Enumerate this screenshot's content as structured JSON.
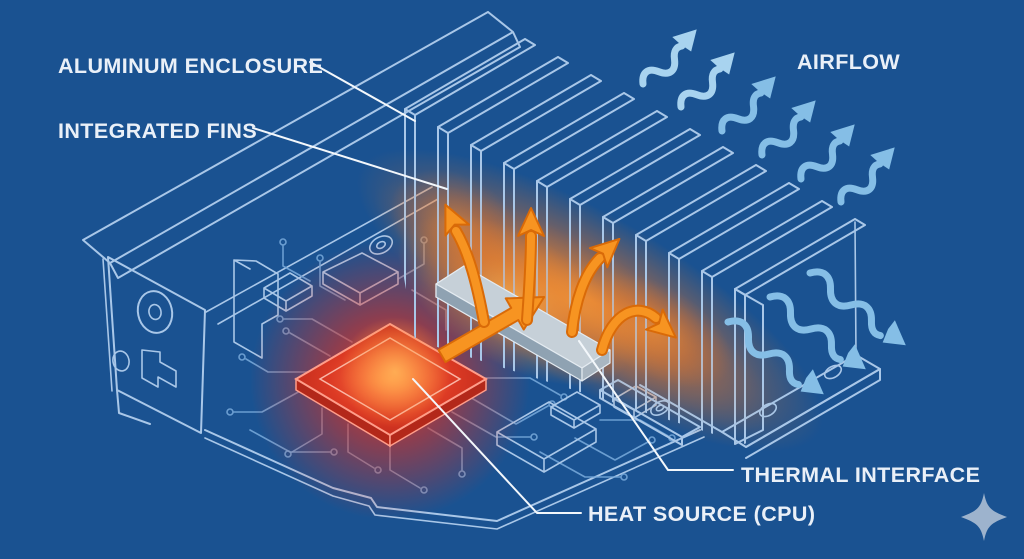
{
  "diagram": {
    "title": "CPU heatsink thermal management cutaway diagram",
    "labels": {
      "aluminum_enclosure": "ALUMINUM ENCLOSURE",
      "integrated_fins": "INTEGRATED FINS",
      "airflow": "AIRFLOW",
      "thermal_interface": "THERMAL INTERFACE",
      "heat_source": "HEAT SOURCE (CPU)"
    },
    "icons": {
      "sparkle": "four-point-sparkle"
    }
  },
  "colors": {
    "background": "#1A5291",
    "outline": "#A9C7E8",
    "trace": "#74A6D8",
    "label": "#EAF0F8",
    "leader": "#F3F7FB",
    "heat_orange": "#F79421",
    "heat_deep": "#D96A08",
    "airflow": "#85BEE6",
    "airflow_light": "#A8D3EF",
    "interface_top": "#C6D0D8",
    "interface_front": "#8FA2B2",
    "interface_end": "#A9B6C1",
    "sparkle": "#9DB3CD",
    "cpu_outline": "#FF9D8A"
  }
}
